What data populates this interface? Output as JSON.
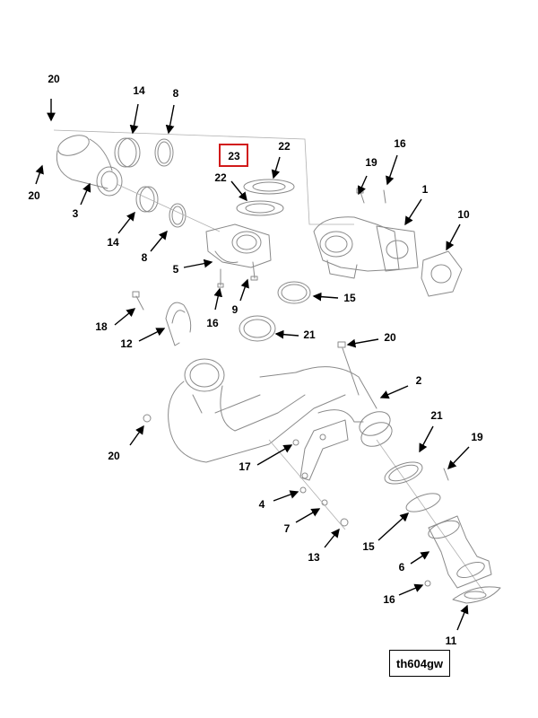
{
  "diagram": {
    "highlighted_callout": "23",
    "reference_code": "th604gw",
    "callouts": [
      {
        "id": "c-20a",
        "label": "20"
      },
      {
        "id": "c-14a",
        "label": "14"
      },
      {
        "id": "c-8a",
        "label": "8"
      },
      {
        "id": "c-20b",
        "label": "20"
      },
      {
        "id": "c-3",
        "label": "3"
      },
      {
        "id": "c-14b",
        "label": "14"
      },
      {
        "id": "c-8b",
        "label": "8"
      },
      {
        "id": "c-22a",
        "label": "22"
      },
      {
        "id": "c-22b",
        "label": "22"
      },
      {
        "id": "c-5",
        "label": "5"
      },
      {
        "id": "c-16a",
        "label": "16"
      },
      {
        "id": "c-9",
        "label": "9"
      },
      {
        "id": "c-19a",
        "label": "19"
      },
      {
        "id": "c-16b",
        "label": "16"
      },
      {
        "id": "c-1",
        "label": "1"
      },
      {
        "id": "c-10",
        "label": "10"
      },
      {
        "id": "c-15a",
        "label": "15"
      },
      {
        "id": "c-21a",
        "label": "21"
      },
      {
        "id": "c-18",
        "label": "18"
      },
      {
        "id": "c-12",
        "label": "12"
      },
      {
        "id": "c-20c",
        "label": "20"
      },
      {
        "id": "c-2",
        "label": "2"
      },
      {
        "id": "c-20d",
        "label": "20"
      },
      {
        "id": "c-21b",
        "label": "21"
      },
      {
        "id": "c-19b",
        "label": "19"
      },
      {
        "id": "c-17",
        "label": "17"
      },
      {
        "id": "c-4",
        "label": "4"
      },
      {
        "id": "c-7",
        "label": "7"
      },
      {
        "id": "c-15b",
        "label": "15"
      },
      {
        "id": "c-13",
        "label": "13"
      },
      {
        "id": "c-6",
        "label": "6"
      },
      {
        "id": "c-16c",
        "label": "16"
      },
      {
        "id": "c-11",
        "label": "11"
      }
    ]
  }
}
